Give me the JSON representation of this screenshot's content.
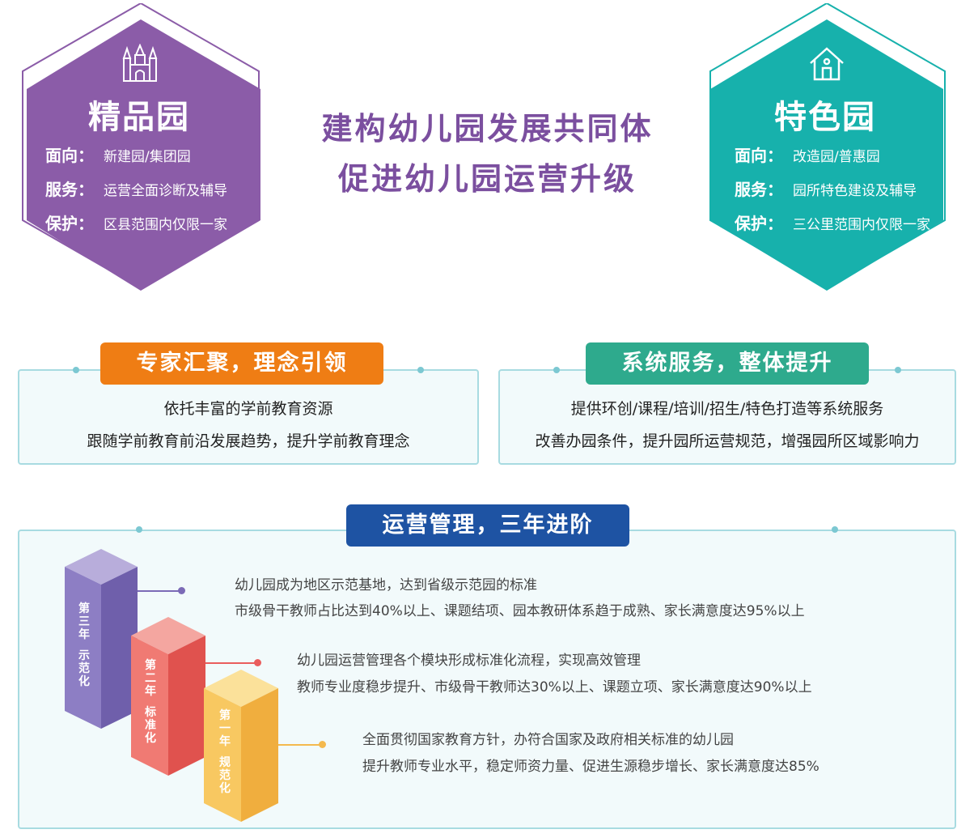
{
  "center": {
    "line1": "建构幼儿园发展共同体",
    "line2": "促进幼儿园运营升级"
  },
  "left_hex": {
    "title": "精品园",
    "rows": [
      {
        "key": "面向：",
        "value": "新建园/集团园"
      },
      {
        "key": "服务：",
        "value": "运营全面诊断及辅导"
      },
      {
        "key": "保护：",
        "value": "区县范围内仅限一家"
      }
    ],
    "icon": "castle-icon",
    "color": "#8b5ca8"
  },
  "right_hex": {
    "title": "特色园",
    "rows": [
      {
        "key": "面向：",
        "value": "改造园/普惠园"
      },
      {
        "key": "服务：",
        "value": "园所特色建设及辅导"
      },
      {
        "key": "保护：",
        "value": "三公里范围内仅限一家"
      }
    ],
    "icon": "house-icon",
    "color": "#17b1ac"
  },
  "box_left": {
    "badge": "专家汇聚，理念引领",
    "lines": [
      "依托丰富的学前教育资源",
      "跟随学前教育前沿发展趋势，提升学前教育理念"
    ],
    "color": "#ef7d14"
  },
  "box_right": {
    "badge": "系统服务，整体提升",
    "lines": [
      "提供环创/课程/培训/招生/特色打造等系统服务",
      "改善办园条件，提升园所运营规范，增强园所区域影响力"
    ],
    "color": "#2eaa8d"
  },
  "box_bottom": {
    "badge": "运营管理，三年进阶",
    "color": "#1e53a3",
    "steps": [
      {
        "pillar_a": "第三年",
        "pillar_b": "示范化",
        "line1": "幼儿园成为地区示范基地，达到省级示范园的标准",
        "line2": "市级骨干教师占比达到40%以上、课题结项、园本教研体系趋于成熟、家长满意度达95%以上",
        "color": "#7b6ab6"
      },
      {
        "pillar_a": "第二年",
        "pillar_b": "标准化",
        "line1": "幼儿园运营管理各个模块形成标准化流程，实现高效管理",
        "line2": "教师专业度稳步提升、市级骨干教师达30%以上、课题立项、家长满意度达90%以上",
        "color": "#ea5d5d"
      },
      {
        "pillar_a": "第一年",
        "pillar_b": "规范化",
        "line1": "全面贯彻国家教育方针，办符合国家及政府相关标准的幼儿园",
        "line2": "提升教师专业水平，稳定师资力量、促进生源稳步增长、家长满意度达85%",
        "color": "#f4b94e"
      }
    ]
  }
}
